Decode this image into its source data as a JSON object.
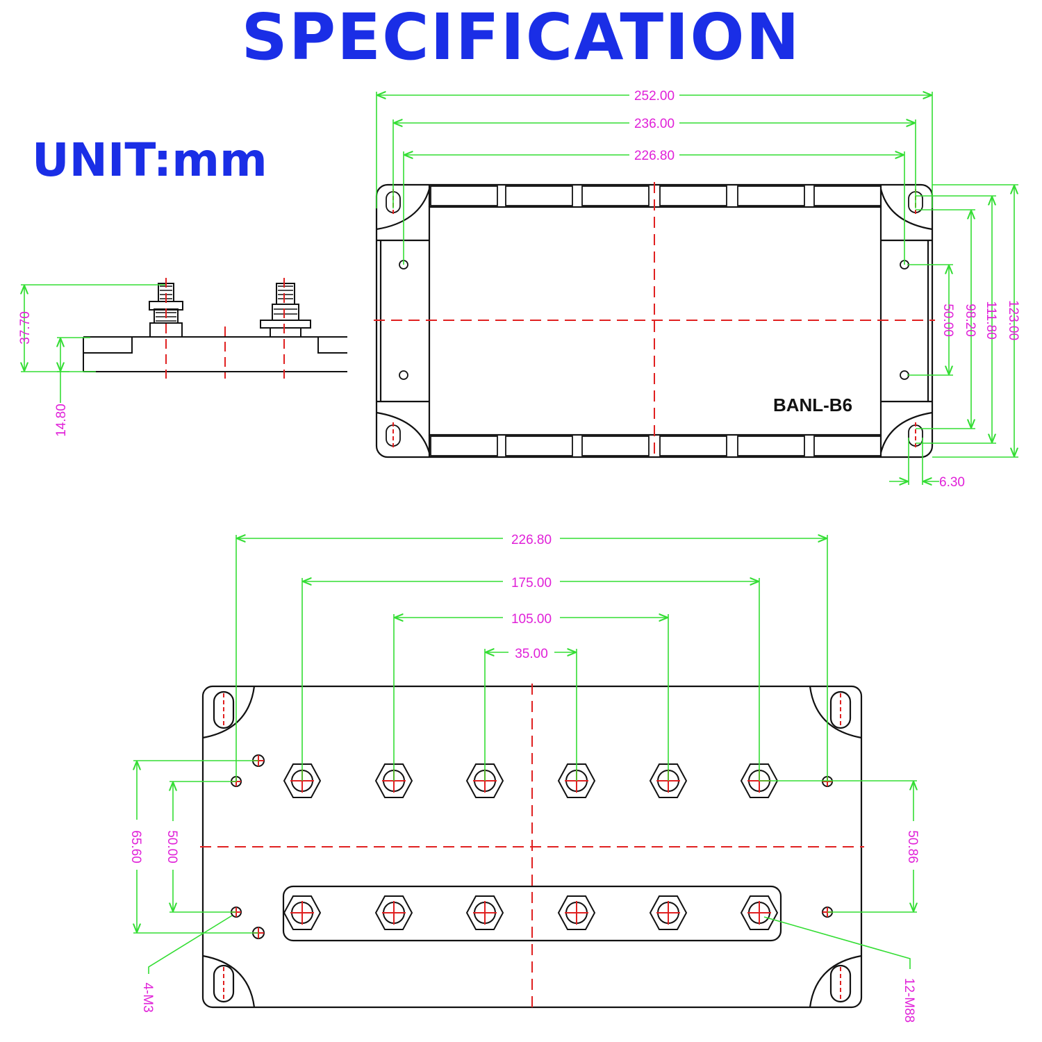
{
  "heading": {
    "title": "SPECIFICATION",
    "unit": "UNIT:mm"
  },
  "colors": {
    "title": "#1a2ee6",
    "outline": "#111111",
    "dimension_line": "#33dd33",
    "dimension_text": "#e020d8",
    "centerline": "#e02020"
  },
  "side_view": {
    "height_total": "37.70",
    "height_base": "14.80"
  },
  "top_view": {
    "model_label": "BANL-B6",
    "width_overall": "252.00",
    "width_slots": "236.00",
    "width_holes": "226.80",
    "height_holes": "50.00",
    "height_inner": "98.20",
    "height_slots": "111.80",
    "height_overall": "123.00",
    "slot_width": "6.30"
  },
  "bottom_view": {
    "span_outer_holes": "226.80",
    "span_terminals_outer": "175.00",
    "span_terminals_middle": "105.00",
    "span_terminals_inner": "35.00",
    "height_left_outer": "65.60",
    "height_left_inner": "50.00",
    "height_right": "50.86",
    "callout_m3": "4-M3",
    "callout_m8": "12-M88"
  }
}
